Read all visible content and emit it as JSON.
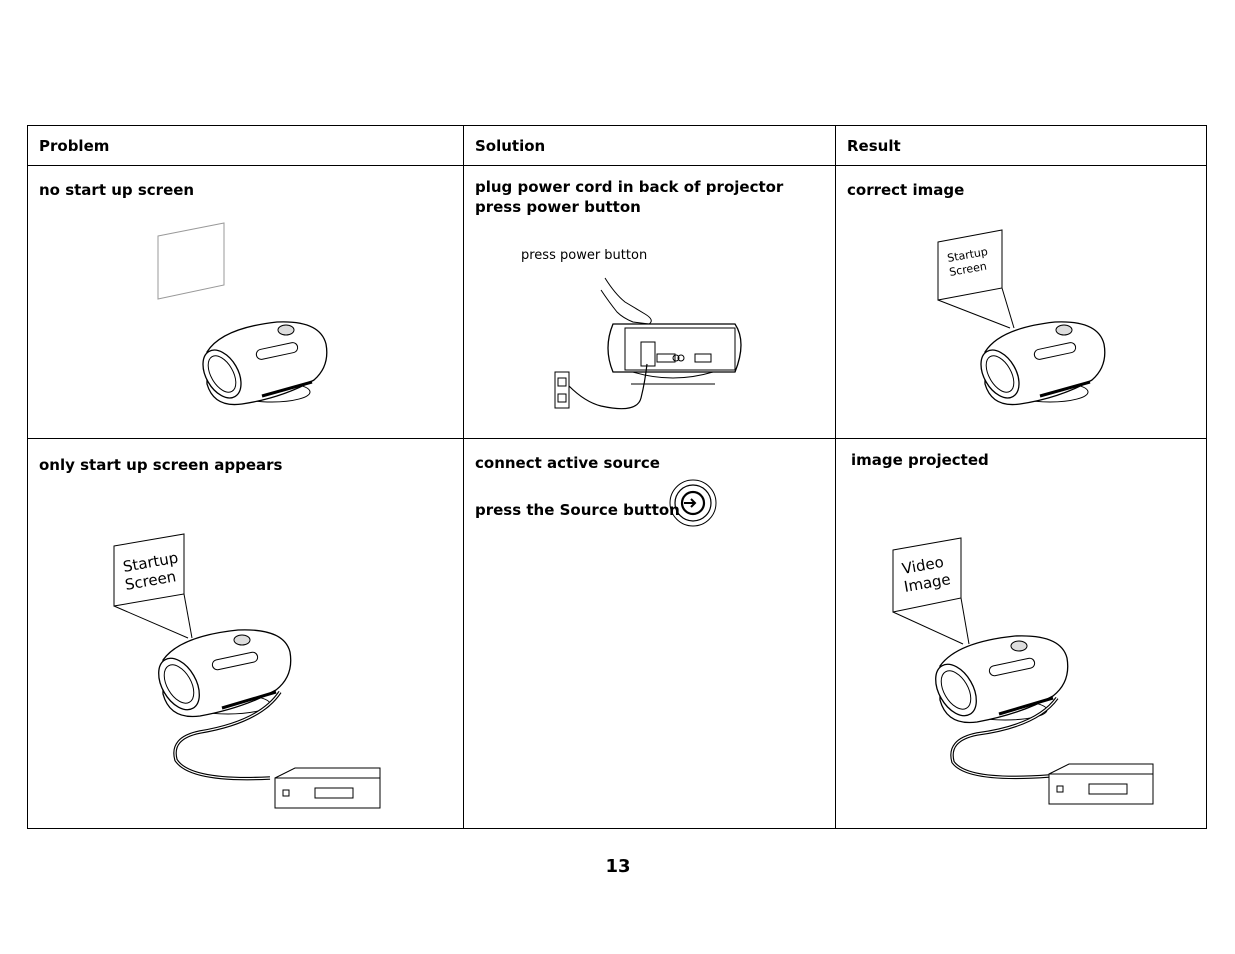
{
  "headers": {
    "problem": "Problem",
    "solution": "Solution",
    "result": "Result"
  },
  "rows": [
    {
      "problem": "no start up screen",
      "solution": [
        "plug power cord in back of projector",
        "press power button"
      ],
      "solution_caption": "press power button",
      "result": "correct image",
      "result_screen_text": [
        "Startup",
        "Screen"
      ]
    },
    {
      "problem": "only start up screen appears",
      "problem_screen_text": [
        "Startup",
        "Screen"
      ],
      "solution": [
        "connect active source",
        "press the Source button"
      ],
      "result": "image projected",
      "result_screen_text": [
        "Video",
        "Image"
      ]
    }
  ],
  "page_number": "13",
  "icons": [
    "projector-icon",
    "power-outlet-icon",
    "source-button-icon",
    "video-player-icon",
    "hand-icon"
  ]
}
